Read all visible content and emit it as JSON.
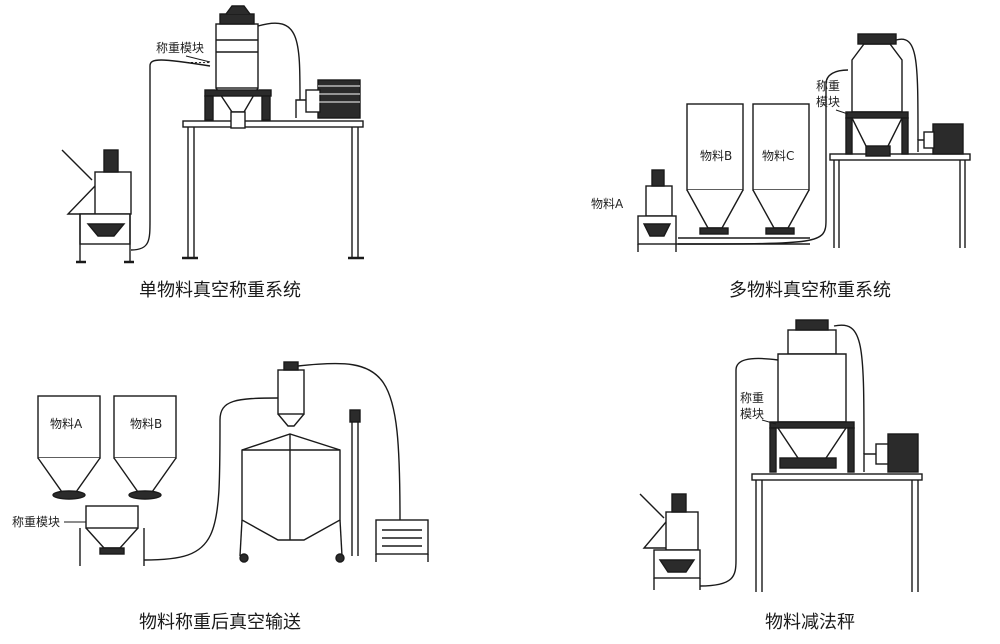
{
  "panels": [
    {
      "caption": "单物料真空称重系统",
      "labels": {
        "weigh_module": "称重模块"
      }
    },
    {
      "caption": "多物料真空称重系统",
      "labels": {
        "weigh_module_line1": "称重",
        "weigh_module_line2": "模块",
        "material_a": "物料A",
        "material_b": "物料B",
        "material_c": "物料C"
      }
    },
    {
      "caption": "物料称重后真空输送",
      "labels": {
        "material_a": "物料A",
        "material_b": "物料B",
        "weigh_module": "称重模块"
      }
    },
    {
      "caption": "物料减法秤",
      "labels": {
        "weigh_module_line1": "称重",
        "weigh_module_line2": "模块"
      }
    }
  ],
  "colors": {
    "line": "#1a1a1a",
    "fill_dark": "#2b2b2b",
    "fill_light": "#ffffff"
  }
}
